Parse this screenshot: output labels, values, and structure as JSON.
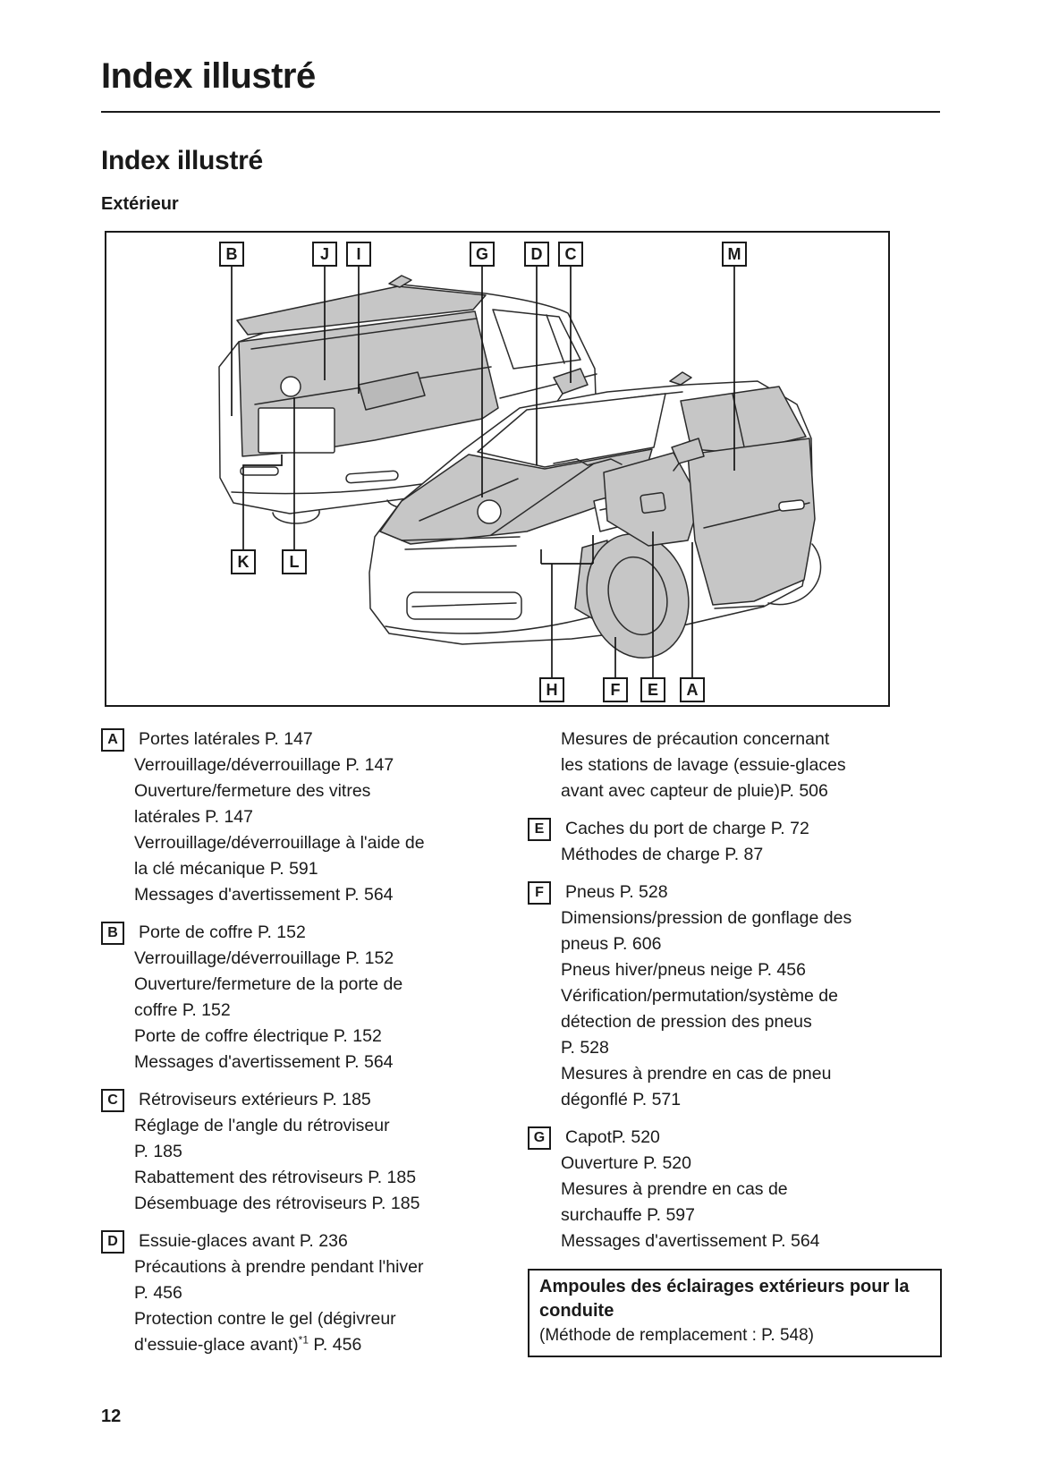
{
  "page": {
    "chapter_title": "Index illustré",
    "section_title": "Index illustré",
    "subsection_title": "Extérieur",
    "page_number": "12"
  },
  "colors": {
    "text": "#1a1a1a",
    "diagram_line": "#2b2b2b",
    "diagram_shade": "#c6c6c6"
  },
  "diagram": {
    "labels": [
      "B",
      "J",
      "I",
      "G",
      "D",
      "C",
      "M",
      "K",
      "L",
      "H",
      "F",
      "E",
      "A"
    ]
  },
  "index": {
    "columns": {
      "left": [
        {
          "letter": "A",
          "lines": [
            "Portes latérales P. 147",
            "Verrouillage/déverrouillage P. 147",
            "Ouverture/fermeture des vitres",
            "latérales P. 147",
            "Verrouillage/déverrouillage à l'aide de",
            "la clé mécanique P. 591",
            "Messages d'avertissement P. 564"
          ]
        },
        {
          "letter": "B",
          "lines": [
            "Porte de coffre P. 152",
            "Verrouillage/déverrouillage P. 152",
            "Ouverture/fermeture de la porte de",
            "coffre P. 152",
            "Porte de coffre électrique P. 152",
            "Messages d'avertissement P. 564"
          ]
        },
        {
          "letter": "C",
          "lines": [
            "Rétroviseurs extérieurs P. 185",
            "Réglage de l'angle du rétroviseur",
            "P. 185",
            "Rabattement des rétroviseurs P. 185",
            "Désembuage des rétroviseurs P. 185"
          ]
        },
        {
          "letter": "D",
          "lines": [
            "Essuie-glaces avant P. 236",
            "Précautions à prendre pendant l'hiver",
            "P. 456",
            "Protection contre le gel (dégivreur",
            "d'essuie-glace avant)*1 P. 456"
          ]
        }
      ],
      "right": [
        {
          "letter": "",
          "lines": [
            "Mesures de précaution concernant",
            "les stations de lavage (essuie-glaces",
            "avant avec capteur de pluie)P. 506"
          ]
        },
        {
          "letter": "E",
          "lines": [
            "Caches du port de charge P. 72",
            "Méthodes de charge P. 87"
          ]
        },
        {
          "letter": "F",
          "lines": [
            "Pneus P. 528",
            "Dimensions/pression de gonflage des",
            "pneus P. 606",
            "Pneus hiver/pneus neige P. 456",
            "Vérification/permutation/système de",
            "détection de pression des pneus",
            "P. 528",
            "Mesures à prendre en cas de pneu",
            "dégonflé P. 571"
          ]
        },
        {
          "letter": "G",
          "lines": [
            "CapotP. 520",
            "Ouverture P. 520",
            "Mesures à prendre en cas de",
            "surchauffe P. 597",
            "Messages d'avertissement P. 564"
          ]
        }
      ]
    },
    "note_box": {
      "title": "Ampoules des éclairages extérieurs pour la conduite",
      "detail": "(Méthode de remplacement : P. 548)"
    }
  }
}
